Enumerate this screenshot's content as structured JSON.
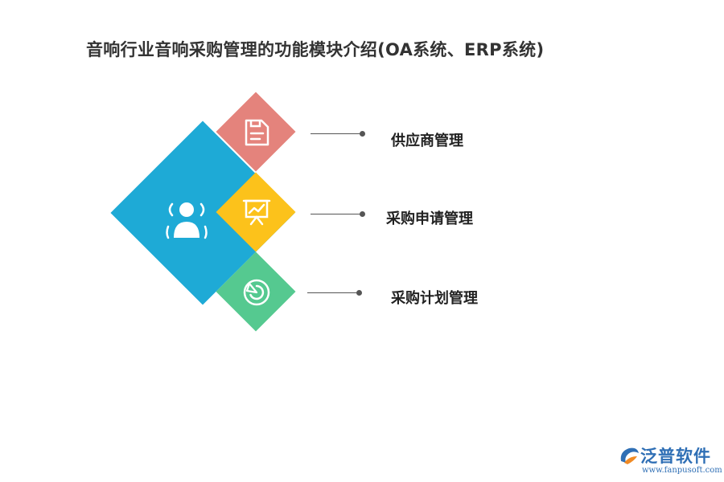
{
  "title": "音响行业音响采购管理的功能模块介绍(OA系统、ERP系统)",
  "colors": {
    "big_diamond": "#1eaad6",
    "item1": "#e4837c",
    "item2": "#fcc21b",
    "item3": "#55c990",
    "connector": "#555555",
    "logo": "#2f6fb5"
  },
  "center_icon": "user-icon",
  "items": [
    {
      "label": "供应商管理",
      "icon": "document-icon"
    },
    {
      "label": "采购申请管理",
      "icon": "presentation-chart-icon"
    },
    {
      "label": "采购计划管理",
      "icon": "pie-chart-icon"
    }
  ],
  "logo": {
    "name": "泛普软件",
    "url": "www.fanpusoft.com",
    "icon": "fanpu-logo-icon"
  }
}
